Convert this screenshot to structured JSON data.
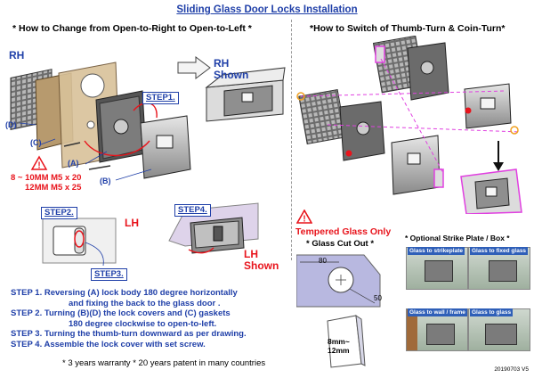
{
  "title": "Sliding Glass Door  Locks Installation",
  "left_heading": "* How to Change from Open-to-Right to Open-to-Left *",
  "right_heading": "*How to Switch of Thumb-Turn & Coin-Turn*",
  "rh_label": "RH",
  "rh_shown_line1": "RH",
  "rh_shown_line2": "Shown",
  "lh_label": "LH",
  "lh_shown_line1": "LH",
  "lh_shown_line2": "Shown",
  "step1_box": "STEP1.",
  "step2_box": "STEP2.",
  "step3_box": "STEP3.",
  "step4_box": "STEP4.",
  "part_a": "(A)",
  "part_b": "(B)",
  "part_c": "(C)",
  "part_d": "(D)",
  "screw_spec_line1": "8 ~ 10MM  M5 x 20",
  "screw_spec_line2": "12MM  M5 x 25",
  "tempered_glass": "Tempered Glass Only",
  "glass_cutout": "* Glass Cut Out *",
  "dim_80": "80",
  "dim_50": "50",
  "thickness_line1": "8mm~",
  "thickness_line2": "12mm",
  "optional_title": "* Optional Strike Plate / Box *",
  "photo_captions": [
    "Glass to strikeplate",
    "Glass to fixed glass",
    "Glass to wall / frame",
    "Glass to glass"
  ],
  "steps": {
    "s1a": "STEP 1. Reversing (A) lock body 180 degree horizontally",
    "s1b": "and fixing the back to the glass door .",
    "s2a": "STEP 2. Turning (B)(D) the lock covers and (C) gaskets",
    "s2b": "180 degree clockwise to open-to-left.",
    "s3": "STEP 3. Turning the thumb-turn downward as per drawing.",
    "s4": "STEP 4. Assemble the lock cover with set screw."
  },
  "warranty": "* 3 years warranty   * 20 years patent in many countries",
  "version": "20190703 V5",
  "colors": {
    "blue": "#1f3fa8",
    "red": "#e8141c",
    "magenta": "#e040e0",
    "orange": "#f0a020"
  }
}
